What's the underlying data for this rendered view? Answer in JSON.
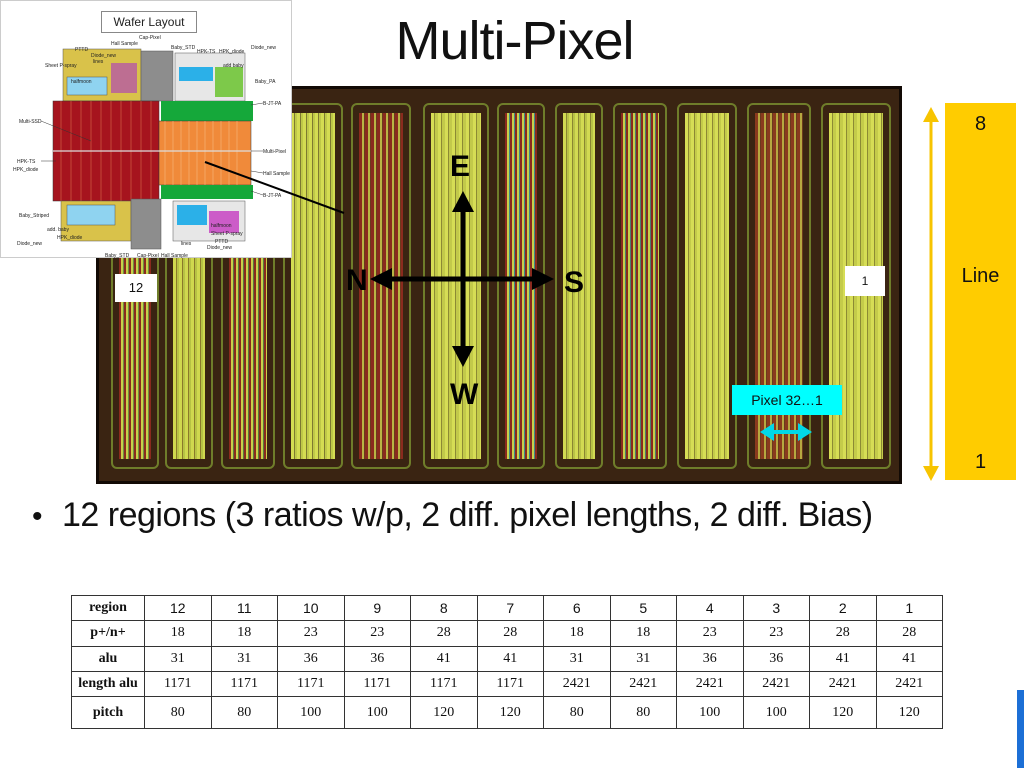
{
  "title": "Multi-Pixel",
  "wafer": {
    "title": "Wafer Layout",
    "labels": {
      "hall_sample": "Hall Sample",
      "cap_pixel": "Cap-Pixel",
      "pttd": "PTTD",
      "diode_new": "Diode_new",
      "baby_std": "Baby_STD",
      "hpk_ts": "HPK-TS",
      "hpk_diode": "HPK_diode",
      "sheet_pspray": "Sheet P-spray",
      "lines": "lines",
      "add_baby": "add baby",
      "halfmoon": "halfmoon",
      "baby_pa": "Baby_PA",
      "bjt_pa": "B-JT-PA",
      "multi_ssd": "Multi-SSD",
      "multi_pixel": "Multi-Pixel",
      "hall_sample2": "Hall Sample",
      "hpk_ts2": "HPK-TS",
      "hpk_diode2": "HPK_diode",
      "bjt_pa2": "B-JT-PA",
      "baby_striped": "Baby_Striped",
      "add_baby2": "add. baby",
      "hpk_diode3": "HPK_diode",
      "diode_new2": "Diode_new",
      "halfmoon2": "halfmoon",
      "sheet_pspray2": "Sheet P-spray",
      "pttd2": "PTTD",
      "lines2": "lines",
      "diode_new3": "Diode_new",
      "baby_std2": "Baby_STD",
      "cap_pixel2": "Cap-Pixel",
      "hall_sample3": "Hall Sample"
    }
  },
  "region_label_left": "12",
  "region_label_right": "1",
  "compass": {
    "n": "N",
    "s": "S",
    "e": "E",
    "w": "W"
  },
  "pixel_label": "Pixel 32…1",
  "line_bar": {
    "top": "8",
    "label": "Line",
    "bottom": "1"
  },
  "bullet": "12 regions (3 ratios w/p, 2 diff. pixel lengths, 2 diff. Bias)",
  "table": {
    "rows": [
      {
        "head": "region",
        "cells": [
          "12",
          "11",
          "10",
          "9",
          "8",
          "7",
          "6",
          "5",
          "4",
          "3",
          "2",
          "1"
        ]
      },
      {
        "head": "p+/n+",
        "cells": [
          "18",
          "18",
          "23",
          "23",
          "28",
          "28",
          "18",
          "18",
          "23",
          "23",
          "28",
          "28"
        ]
      },
      {
        "head": "alu",
        "cells": [
          "31",
          "31",
          "36",
          "36",
          "41",
          "41",
          "31",
          "31",
          "36",
          "36",
          "41",
          "41"
        ]
      },
      {
        "head": "length alu",
        "cells": [
          "1171",
          "1171",
          "1171",
          "1171",
          "1171",
          "1171",
          "2421",
          "2421",
          "2421",
          "2421",
          "2421",
          "2421"
        ]
      },
      {
        "head": "pitch",
        "cells": [
          "80",
          "80",
          "100",
          "100",
          "120",
          "120",
          "80",
          "80",
          "100",
          "100",
          "120",
          "120"
        ]
      }
    ]
  },
  "colors": {
    "chip_bg": "#3a2412",
    "region_yellow": "#c9d34a",
    "region_red": "#8a2a1e",
    "line_bar": "#ffcc00",
    "pixel_label_bg": "#00ffff",
    "arrow_cyan": "#00d8e8"
  }
}
